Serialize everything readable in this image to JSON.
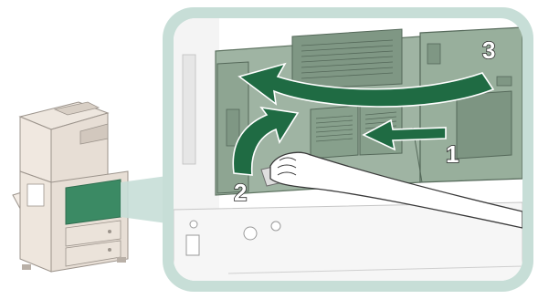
{
  "illustration": {
    "steps": [
      {
        "number": "1",
        "action": "push-arrow"
      },
      {
        "number": "2",
        "action": "lift-arrow"
      },
      {
        "number": "3",
        "action": "swing-arrow"
      }
    ],
    "colors": {
      "callout_frame": "#c7ded7",
      "machine_body": "#e7ded5",
      "highlight_panel": "#3b8a64",
      "arrow_green": "#1f6b43",
      "interior_green": "#9fb4a3",
      "interior_dark": "#7f9784"
    }
  }
}
